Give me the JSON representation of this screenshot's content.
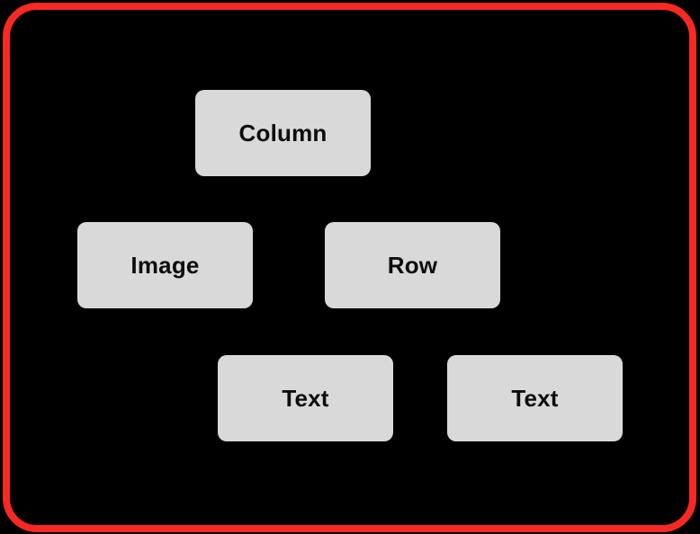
{
  "diagram": {
    "description": "Widget tree diagram with highlighted red border",
    "background_color": "#000000",
    "border_color": "#f82823",
    "node_fill_color": "#d9d9d9",
    "node_text_color": "#0d0d0d",
    "nodes": [
      {
        "id": "column",
        "label": "Column"
      },
      {
        "id": "image",
        "label": "Image"
      },
      {
        "id": "row",
        "label": "Row"
      },
      {
        "id": "text-1",
        "label": "Text"
      },
      {
        "id": "text-2",
        "label": "Text"
      }
    ]
  }
}
